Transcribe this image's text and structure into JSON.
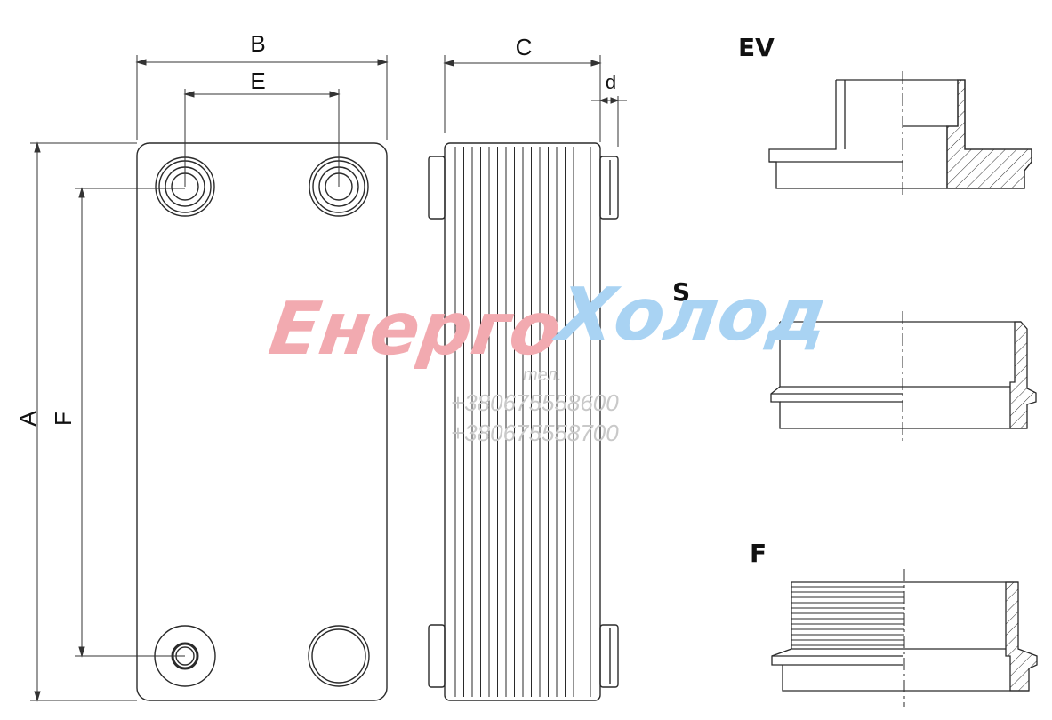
{
  "dimensions": {
    "a": "A",
    "b": "B",
    "c": "C",
    "d": "d",
    "e": "E",
    "f": "F"
  },
  "connections": [
    {
      "label": "EV"
    },
    {
      "label": "S"
    },
    {
      "label": "F"
    }
  ],
  "watermark": {
    "brand_part1": "Енерго",
    "brand_part2": "Холод",
    "phone_label": "тел.",
    "phone_1": "+380675558600",
    "phone_2": "+380675558700"
  },
  "colors": {
    "line": "#2a2a2a",
    "brand_red": "#f2aab0",
    "brand_blue": "#a9d3f3",
    "watermark_gray": "#c9c9c9"
  }
}
